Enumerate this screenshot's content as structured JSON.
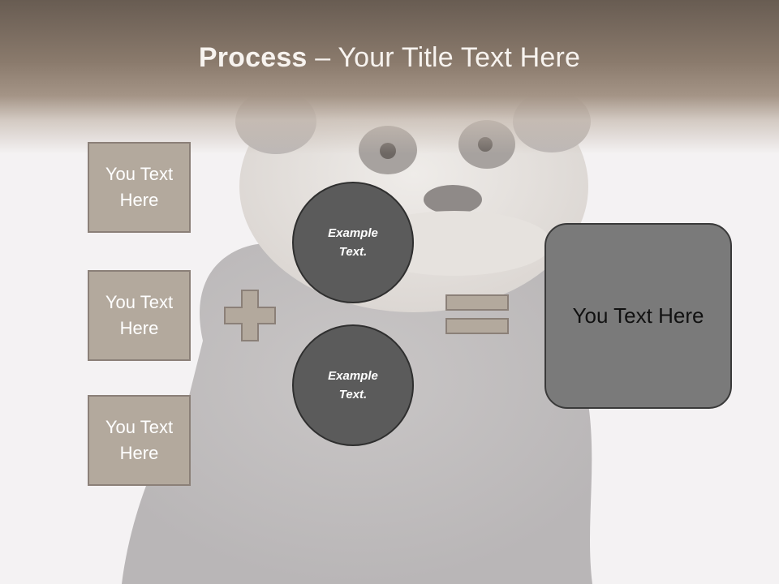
{
  "title": {
    "bold": "Process",
    "rest": " – Your Title Text Here"
  },
  "left_boxes": [
    {
      "label": "You Text\nHere"
    },
    {
      "label": "You Text\nHere"
    },
    {
      "label": "You Text\nHere"
    }
  ],
  "circles": [
    {
      "label": "Example\nText."
    },
    {
      "label": "Example\nText."
    }
  ],
  "result": {
    "label": "You Text Here"
  },
  "colors": {
    "header": "#8a7a6c",
    "box_fill": "#b3a99d",
    "box_border": "#8b8078",
    "circle_fill": "#5b5b5b",
    "result_fill": "#7a7a7a"
  }
}
